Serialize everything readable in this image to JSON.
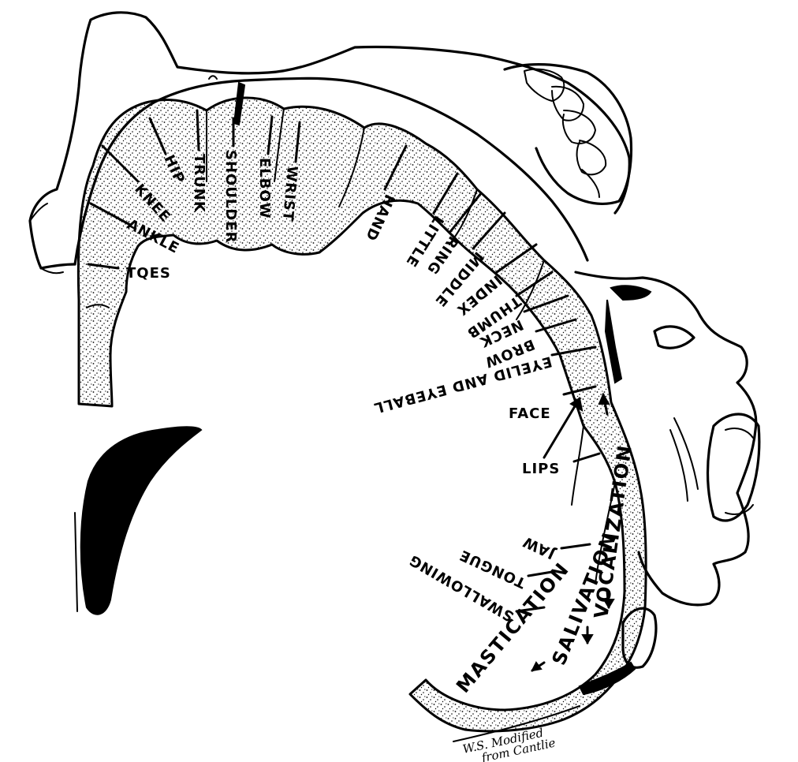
{
  "figure": {
    "labels": {
      "toes": "TQES",
      "ankle": "ANKLE",
      "knee": "KNEE",
      "hip": "HIP",
      "trunk": "TRUNK",
      "shoulder": "SHOULDER",
      "elbow": "ELBOW",
      "wrist": "WRIST",
      "hand": "HAND",
      "little": "LITTLE",
      "ring": "RING",
      "middle": "MIDDLE",
      "index": "INDEX",
      "thumb": "THUMB",
      "neck": "NECK",
      "brow": "BROW",
      "eyelid": "EYELID AND EYEBALL",
      "face": "FACE",
      "lips": "LIPS",
      "jaw": "JAW",
      "tongue": "TONGUE",
      "swallowing": "SWALLOWING",
      "mastication": "MASTICATION",
      "salivation": "SALIVATION",
      "vocalization": "VOCALIZATION"
    },
    "signature": {
      "line1": "W.S. Modified",
      "line2": "from Cantlie"
    }
  }
}
